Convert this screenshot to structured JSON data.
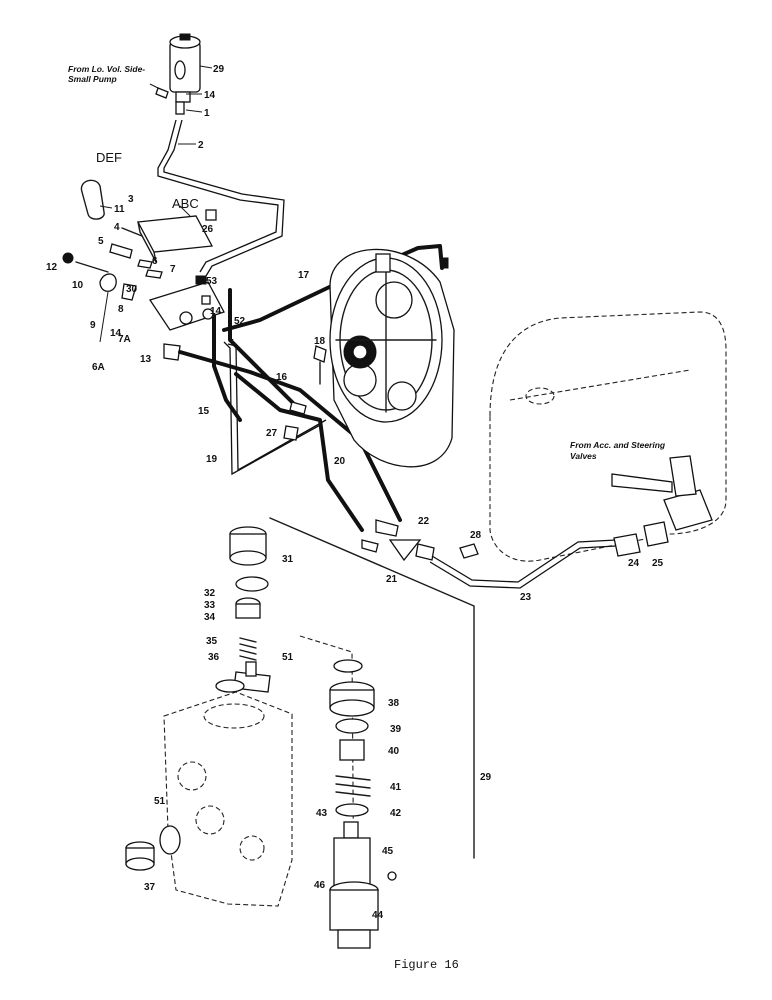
{
  "figure": {
    "caption": "Figure 16",
    "notes": {
      "pump_line1": "From Lo. Vol. Side-",
      "pump_line2": "Small Pump",
      "valve_line1": "From Acc. and Steering",
      "valve_line2": "Valves"
    },
    "group_labels": {
      "def": "DEF",
      "abc": "ABC"
    },
    "callouts": {
      "c1a": "1",
      "c1b": "1",
      "c2": "2",
      "c3": "3",
      "c4": "4",
      "c5": "5",
      "c6": "6",
      "c6a": "6A",
      "c7": "7",
      "c7a": "7A",
      "c8": "8",
      "c9": "9",
      "c10": "10",
      "c11": "11",
      "c12": "12",
      "c13": "13",
      "c14a": "14",
      "c14b": "14",
      "c14c": "14",
      "c15": "15",
      "c16": "16",
      "c17": "17",
      "c18": "18",
      "c19": "19",
      "c20": "20",
      "c21": "21",
      "c22": "22",
      "c23": "23",
      "c24": "24",
      "c25": "25",
      "c26": "26",
      "c27": "27",
      "c28": "28",
      "c29a": "29",
      "c29b": "29",
      "c30": "30",
      "c31": "31",
      "c32": "32",
      "c33": "33",
      "c34": "34",
      "c35": "35",
      "c36": "36",
      "c37": "37",
      "c38": "38",
      "c39": "39",
      "c40": "40",
      "c41": "41",
      "c42": "42",
      "c43": "43",
      "c44": "44",
      "c45": "45",
      "c46": "46",
      "c51a": "51",
      "c51b": "51",
      "c52": "52",
      "c53": "53"
    }
  }
}
